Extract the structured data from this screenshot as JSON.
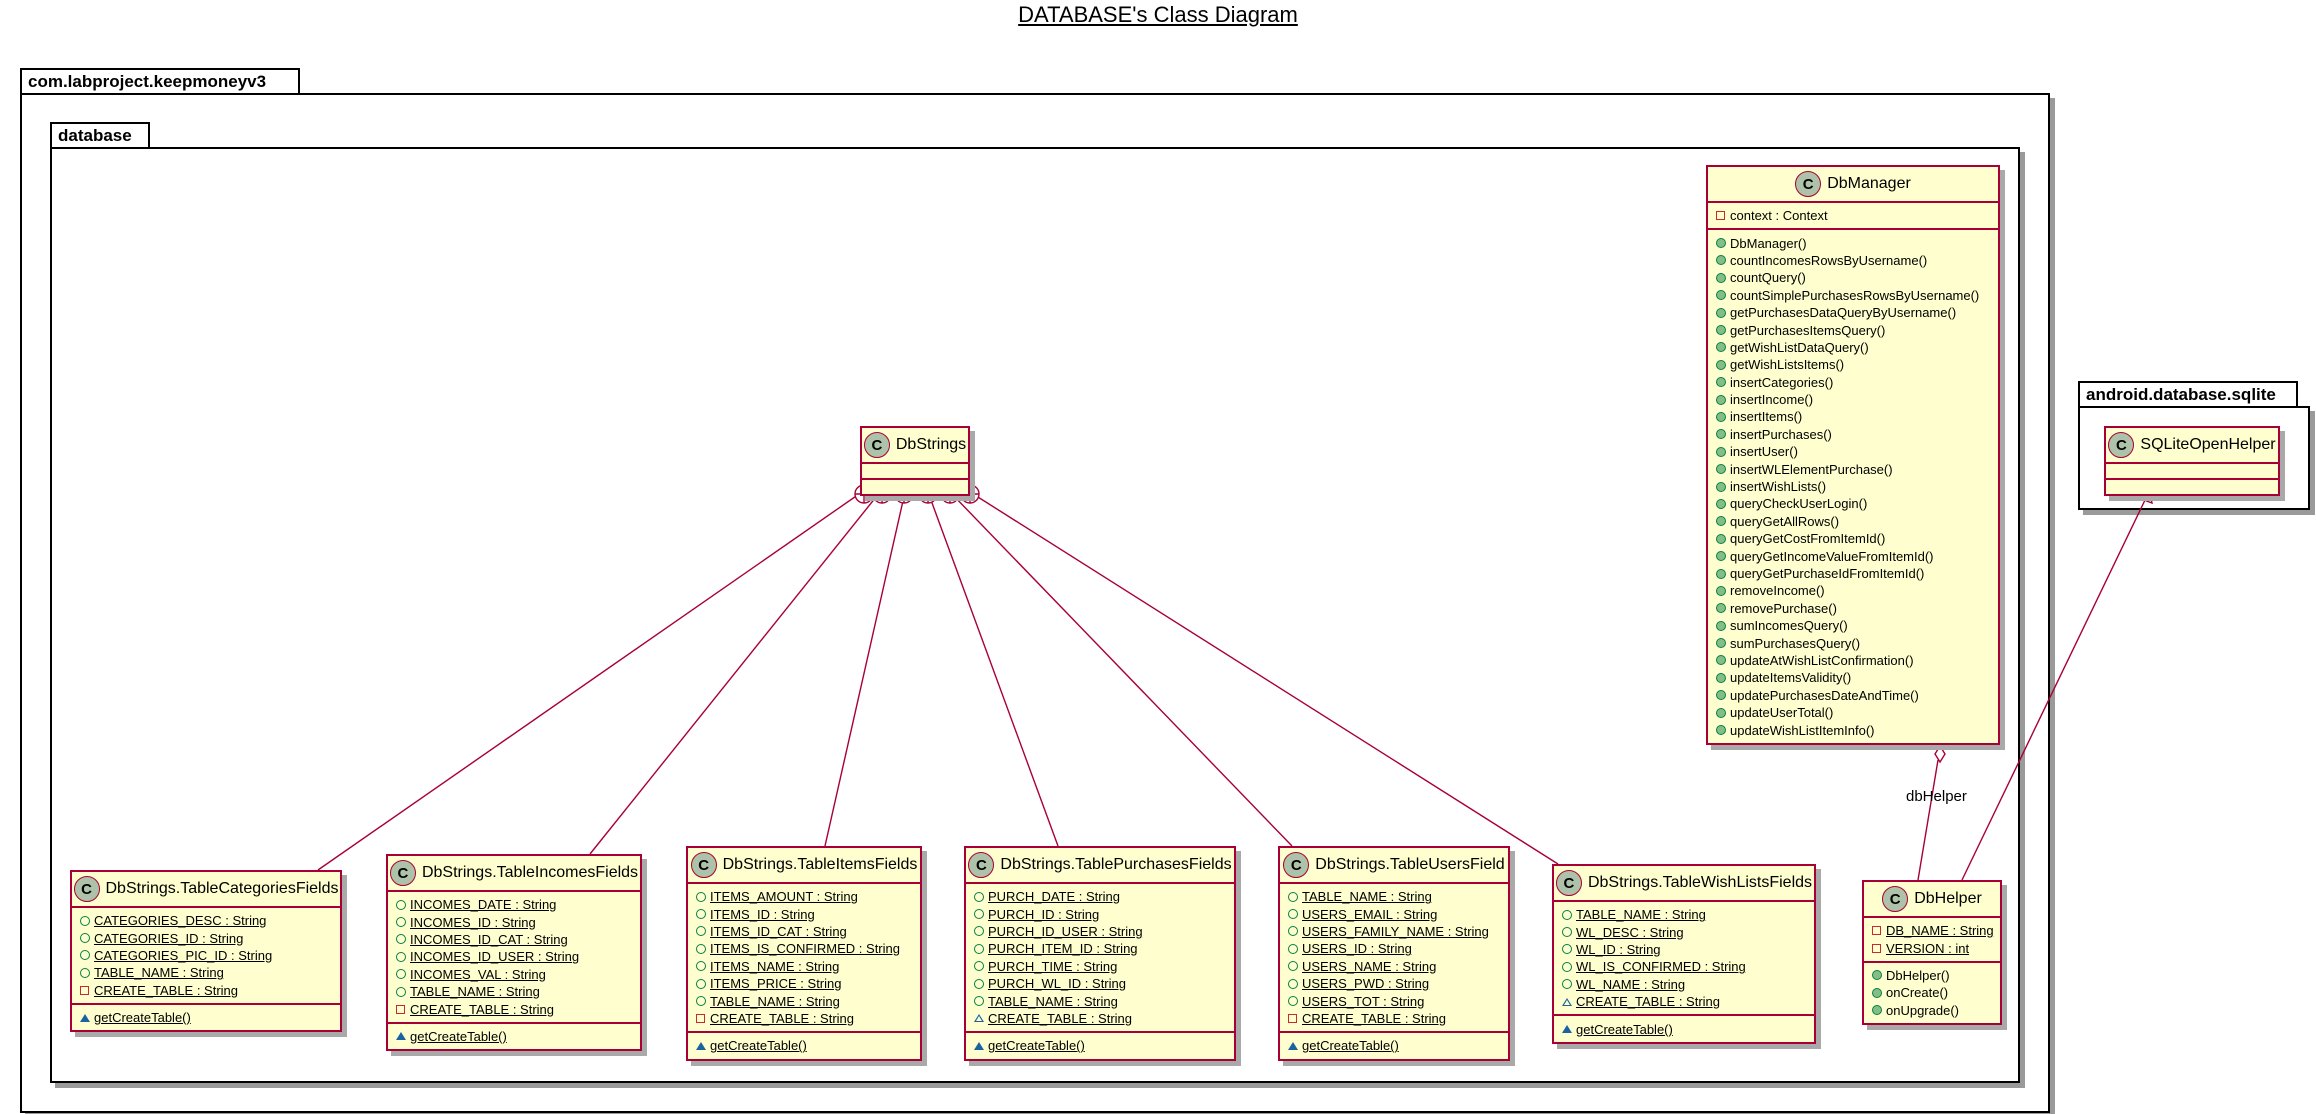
{
  "title": "DATABASE's Class Diagram",
  "packages": {
    "outer": "com.labproject.keepmoneyv3",
    "inner": "database",
    "external": "android.database.sqlite"
  },
  "colors": {
    "class_fill": "#fefece",
    "class_border": "#a80036",
    "class_icon": "#adc2a8",
    "edge": "#a80036"
  },
  "edge_labels": {
    "dbhelper": "dbHelper"
  },
  "classes": {
    "dbstrings": {
      "name": "DbStrings",
      "fields": [],
      "methods": []
    },
    "sqliteopenhelper": {
      "name": "SQLiteOpenHelper",
      "fields": [],
      "methods": []
    },
    "dbmanager": {
      "name": "DbManager",
      "fields": [
        {
          "vis": "private",
          "text": "context : Context",
          "static": false
        }
      ],
      "methods": [
        {
          "vis": "public",
          "text": "DbManager()",
          "static": false
        },
        {
          "vis": "public",
          "text": "countIncomesRowsByUsername()",
          "static": false
        },
        {
          "vis": "public",
          "text": "countQuery()",
          "static": false
        },
        {
          "vis": "public",
          "text": "countSimplePurchasesRowsByUsername()",
          "static": false
        },
        {
          "vis": "public",
          "text": "getPurchasesDataQueryByUsername()",
          "static": false
        },
        {
          "vis": "public",
          "text": "getPurchasesItemsQuery()",
          "static": false
        },
        {
          "vis": "public",
          "text": "getWishListDataQuery()",
          "static": false
        },
        {
          "vis": "public",
          "text": "getWishListsItems()",
          "static": false
        },
        {
          "vis": "public",
          "text": "insertCategories()",
          "static": false
        },
        {
          "vis": "public",
          "text": "insertIncome()",
          "static": false
        },
        {
          "vis": "public",
          "text": "insertItems()",
          "static": false
        },
        {
          "vis": "public",
          "text": "insertPurchases()",
          "static": false
        },
        {
          "vis": "public",
          "text": "insertUser()",
          "static": false
        },
        {
          "vis": "public",
          "text": "insertWLElementPurchase()",
          "static": false
        },
        {
          "vis": "public",
          "text": "insertWishLists()",
          "static": false
        },
        {
          "vis": "public",
          "text": "queryCheckUserLogin()",
          "static": false
        },
        {
          "vis": "public",
          "text": "queryGetAllRows()",
          "static": false
        },
        {
          "vis": "public",
          "text": "queryGetCostFromItemId()",
          "static": false
        },
        {
          "vis": "public",
          "text": "queryGetIncomeValueFromItemId()",
          "static": false
        },
        {
          "vis": "public",
          "text": "queryGetPurchaseIdFromItemId()",
          "static": false
        },
        {
          "vis": "public",
          "text": "removeIncome()",
          "static": false
        },
        {
          "vis": "public",
          "text": "removePurchase()",
          "static": false
        },
        {
          "vis": "public",
          "text": "sumIncomesQuery()",
          "static": false
        },
        {
          "vis": "public",
          "text": "sumPurchasesQuery()",
          "static": false
        },
        {
          "vis": "public",
          "text": "updateAtWishListConfirmation()",
          "static": false
        },
        {
          "vis": "public",
          "text": "updateItemsValidity()",
          "static": false
        },
        {
          "vis": "public",
          "text": "updatePurchasesDateAndTime()",
          "static": false
        },
        {
          "vis": "public",
          "text": "updateUserTotal()",
          "static": false
        },
        {
          "vis": "public",
          "text": "updateWishListItemInfo()",
          "static": false
        }
      ]
    },
    "dbhelper": {
      "name": "DbHelper",
      "fields": [
        {
          "vis": "private",
          "text": "DB_NAME : String",
          "static": true
        },
        {
          "vis": "private",
          "text": "VERSION : int",
          "static": true
        }
      ],
      "methods": [
        {
          "vis": "public",
          "text": "DbHelper()",
          "static": false
        },
        {
          "vis": "public",
          "text": "onCreate()",
          "static": false
        },
        {
          "vis": "public",
          "text": "onUpgrade()",
          "static": false
        }
      ]
    },
    "categories": {
      "name": "DbStrings.TableCategoriesFields",
      "fields": [
        {
          "vis": "public-empty",
          "text": "CATEGORIES_DESC : String",
          "static": true
        },
        {
          "vis": "public-empty",
          "text": "CATEGORIES_ID : String",
          "static": true
        },
        {
          "vis": "public-empty",
          "text": "CATEGORIES_PIC_ID : String",
          "static": true
        },
        {
          "vis": "public-empty",
          "text": "TABLE_NAME : String",
          "static": true
        },
        {
          "vis": "private",
          "text": "CREATE_TABLE : String",
          "static": true
        }
      ],
      "methods": [
        {
          "vis": "package-fill",
          "text": "getCreateTable()",
          "static": true
        }
      ]
    },
    "incomes": {
      "name": "DbStrings.TableIncomesFields",
      "fields": [
        {
          "vis": "public-empty",
          "text": "INCOMES_DATE : String",
          "static": true
        },
        {
          "vis": "public-empty",
          "text": "INCOMES_ID : String",
          "static": true
        },
        {
          "vis": "public-empty",
          "text": "INCOMES_ID_CAT : String",
          "static": true
        },
        {
          "vis": "public-empty",
          "text": "INCOMES_ID_USER : String",
          "static": true
        },
        {
          "vis": "public-empty",
          "text": "INCOMES_VAL : String",
          "static": true
        },
        {
          "vis": "public-empty",
          "text": "TABLE_NAME : String",
          "static": true
        },
        {
          "vis": "private",
          "text": "CREATE_TABLE : String",
          "static": true
        }
      ],
      "methods": [
        {
          "vis": "package-fill",
          "text": "getCreateTable()",
          "static": true
        }
      ]
    },
    "items": {
      "name": "DbStrings.TableItemsFields",
      "fields": [
        {
          "vis": "public-empty",
          "text": "ITEMS_AMOUNT : String",
          "static": true
        },
        {
          "vis": "public-empty",
          "text": "ITEMS_ID : String",
          "static": true
        },
        {
          "vis": "public-empty",
          "text": "ITEMS_ID_CAT : String",
          "static": true
        },
        {
          "vis": "public-empty",
          "text": "ITEMS_IS_CONFIRMED : String",
          "static": true
        },
        {
          "vis": "public-empty",
          "text": "ITEMS_NAME : String",
          "static": true
        },
        {
          "vis": "public-empty",
          "text": "ITEMS_PRICE : String",
          "static": true
        },
        {
          "vis": "public-empty",
          "text": "TABLE_NAME : String",
          "static": true
        },
        {
          "vis": "private",
          "text": "CREATE_TABLE : String",
          "static": true
        }
      ],
      "methods": [
        {
          "vis": "package-fill",
          "text": "getCreateTable()",
          "static": true
        }
      ]
    },
    "purchases": {
      "name": "DbStrings.TablePurchasesFields",
      "fields": [
        {
          "vis": "public-empty",
          "text": "PURCH_DATE : String",
          "static": true
        },
        {
          "vis": "public-empty",
          "text": "PURCH_ID : String",
          "static": true
        },
        {
          "vis": "public-empty",
          "text": "PURCH_ID_USER : String",
          "static": true
        },
        {
          "vis": "public-empty",
          "text": "PURCH_ITEM_ID : String",
          "static": true
        },
        {
          "vis": "public-empty",
          "text": "PURCH_TIME : String",
          "static": true
        },
        {
          "vis": "public-empty",
          "text": "PURCH_WL_ID : String",
          "static": true
        },
        {
          "vis": "public-empty",
          "text": "TABLE_NAME : String",
          "static": true
        },
        {
          "vis": "package-empty",
          "text": "CREATE_TABLE : String",
          "static": true
        }
      ],
      "methods": [
        {
          "vis": "package-fill",
          "text": "getCreateTable()",
          "static": true
        }
      ]
    },
    "users": {
      "name": "DbStrings.TableUsersField",
      "fields": [
        {
          "vis": "public-empty",
          "text": "TABLE_NAME : String",
          "static": true
        },
        {
          "vis": "public-empty",
          "text": "USERS_EMAIL : String",
          "static": true
        },
        {
          "vis": "public-empty",
          "text": "USERS_FAMILY_NAME : String",
          "static": true
        },
        {
          "vis": "public-empty",
          "text": "USERS_ID : String",
          "static": true
        },
        {
          "vis": "public-empty",
          "text": "USERS_NAME : String",
          "static": true
        },
        {
          "vis": "public-empty",
          "text": "USERS_PWD : String",
          "static": true
        },
        {
          "vis": "public-empty",
          "text": "USERS_TOT : String",
          "static": true
        },
        {
          "vis": "private",
          "text": "CREATE_TABLE : String",
          "static": true
        }
      ],
      "methods": [
        {
          "vis": "package-fill",
          "text": "getCreateTable()",
          "static": true
        }
      ]
    },
    "wishlists": {
      "name": "DbStrings.TableWishListsFields",
      "fields": [
        {
          "vis": "public-empty",
          "text": "TABLE_NAME : String",
          "static": true
        },
        {
          "vis": "public-empty",
          "text": "WL_DESC : String",
          "static": true
        },
        {
          "vis": "public-empty",
          "text": "WL_ID : String",
          "static": true
        },
        {
          "vis": "public-empty",
          "text": "WL_IS_CONFIRMED : String",
          "static": true
        },
        {
          "vis": "public-empty",
          "text": "WL_NAME : String",
          "static": true
        },
        {
          "vis": "package-empty",
          "text": "CREATE_TABLE : String",
          "static": true
        }
      ],
      "methods": [
        {
          "vis": "package-fill",
          "text": "getCreateTable()",
          "static": true
        }
      ]
    }
  }
}
